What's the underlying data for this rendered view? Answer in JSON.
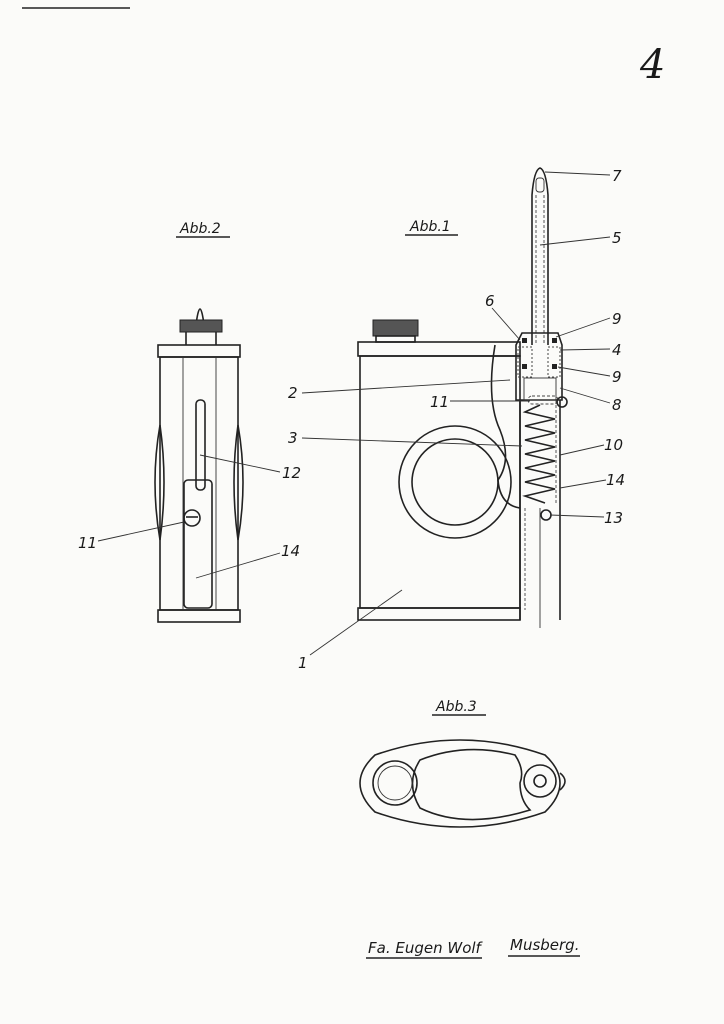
{
  "page_number": "4",
  "figures": {
    "abb1": {
      "title": "Abb.1",
      "labels": [
        "7",
        "5",
        "6",
        "9",
        "4",
        "9",
        "8",
        "11",
        "2",
        "3",
        "10",
        "14",
        "13",
        "1"
      ]
    },
    "abb2": {
      "title": "Abb.2",
      "labels": [
        "12",
        "11",
        "14"
      ]
    },
    "abb3": {
      "title": "Abb.3"
    }
  },
  "signature": {
    "company": "Fa. Eugen Wolf",
    "place": "Musberg."
  },
  "colors": {
    "ink": "#222222",
    "paper": "#fbfbf9"
  }
}
